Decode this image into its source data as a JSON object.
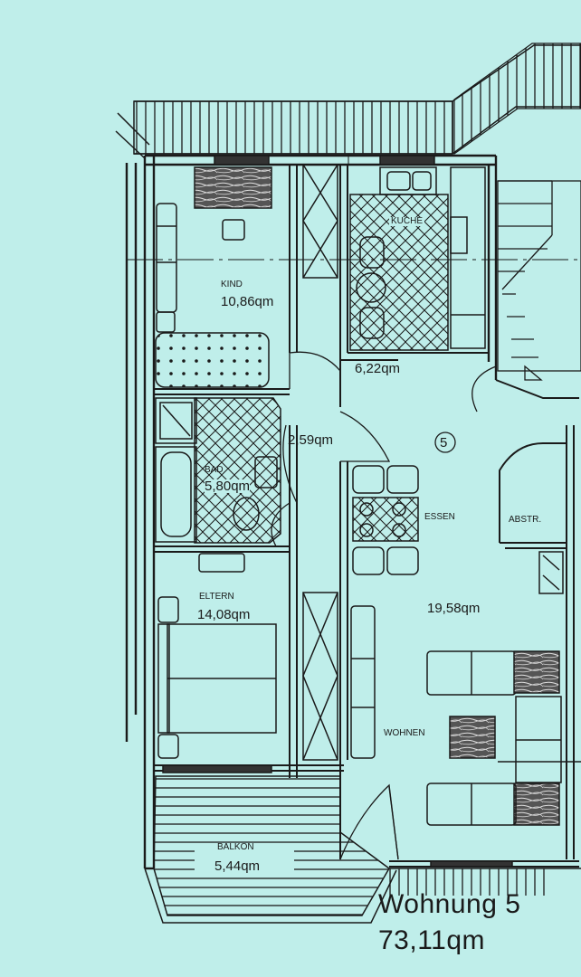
{
  "apartment": {
    "title": "Wohnung 5",
    "area": "73,11qm",
    "number": "5"
  },
  "rooms": {
    "kind": {
      "name": "KIND",
      "area": "10,86qm"
    },
    "kueche": {
      "name": "KUCHE",
      "area": "6,22qm"
    },
    "flur": {
      "area": "2,59qm"
    },
    "bad": {
      "name": "BAD",
      "area": "5,80qm"
    },
    "essen": {
      "name": "ESSEN"
    },
    "abstr": {
      "name": "ABSTR."
    },
    "eltern": {
      "name": "ELTERN",
      "area": "14,08qm"
    },
    "wohnen": {
      "name": "WOHNEN",
      "area": "19,58qm"
    },
    "balkon": {
      "name": "BALKON",
      "area": "5,44qm"
    }
  },
  "colors": {
    "paper": "#bfeeea",
    "line": "#1a1a1a",
    "hatch": "#2a2a2a"
  }
}
